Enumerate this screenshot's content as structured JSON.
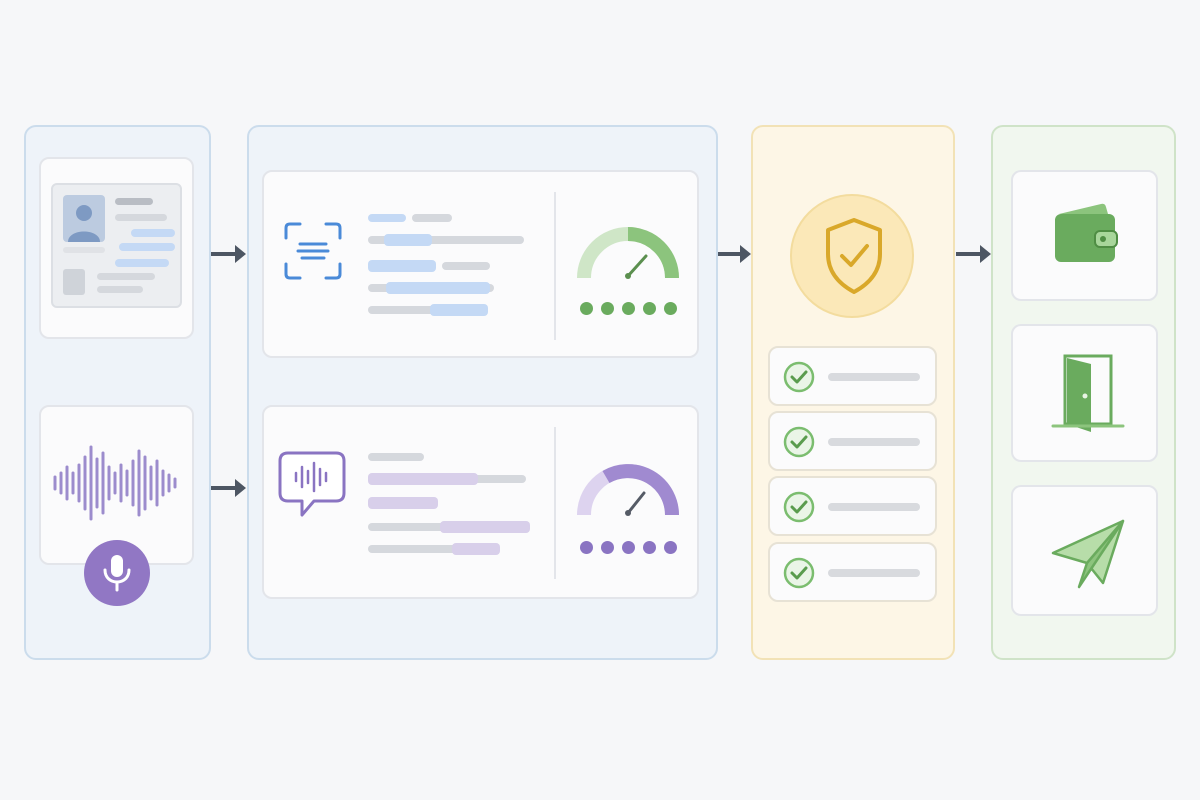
{
  "flow": {
    "stages": [
      {
        "id": "input",
        "cards": [
          "id-document-card",
          "voice-sample-card"
        ]
      },
      {
        "id": "process",
        "cards": [
          "document-ocr-card",
          "voice-analysis-card"
        ]
      },
      {
        "id": "verify",
        "checks": 4
      },
      {
        "id": "output",
        "cards": [
          "wallet-card",
          "door-access-card",
          "send-card"
        ]
      }
    ]
  },
  "gauges": {
    "document_score": 0.8,
    "voice_score": 0.75,
    "document_dots": 5,
    "voice_dots": 5
  },
  "colors": {
    "document_accent": "#4a8ad8",
    "voice_accent": "#8a74c2",
    "verify_accent": "#d9a82a",
    "success_accent": "#6aab5e",
    "arrow": "#4d5663"
  },
  "icons": [
    "id-photo-icon",
    "waveform-icon",
    "microphone-icon",
    "scan-icon",
    "speech-bubble-icon",
    "gauge-icon",
    "shield-check-icon",
    "check-circle-icon",
    "wallet-icon",
    "door-icon",
    "paper-plane-icon"
  ]
}
